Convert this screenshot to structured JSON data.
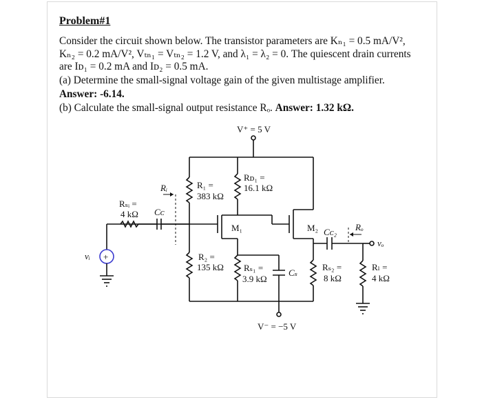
{
  "problem": {
    "title": "Problem#1",
    "lines": [
      "Consider the circuit shown below. The transistor parameters are Kₙ₁ = 0.5 mA/V²,",
      "Kₙ₂ = 0.2 mA/V², Vₜₙ₁ = Vₜₙ₂ = 1.2 V, and λ₁ = λ₂ = 0. The quiescent drain currents",
      "are Iᴅ₁ = 0.2 mA and Iᴅ₂ = 0.5 mA.",
      "(a) Determine the small-signal voltage gain of the given multistage amplifier.",
      "(b) Calculate the small-signal output resistance Rₒ."
    ],
    "answer_a_label": "Answer:",
    "answer_a_value": "-6.14.",
    "answer_b_label": "Answer:",
    "answer_b_value": "1.32 kΩ."
  },
  "circuit": {
    "vplus": "V⁺ = 5 V",
    "vminus": "V⁻ = −5 V",
    "rd1": [
      "Rᴅ₁ =",
      "16.1 kΩ"
    ],
    "r1": [
      "R₁ =",
      "383 kΩ"
    ],
    "ri": "Rᵢ",
    "rsi": [
      "Rₛᵢ =",
      "4 kΩ"
    ],
    "cc": "Cᴄ",
    "m1": "M₁",
    "m2": "M₂",
    "cc2": "Cᴄ₂",
    "ro": "Rₒ",
    "vo": "vₒ",
    "vi": "vᵢ",
    "r2": [
      "R₂ =",
      "135 kΩ"
    ],
    "rs1": [
      "Rₛ₁ =",
      "3.9 kΩ"
    ],
    "cs": "Cₛ",
    "rs2": [
      "Rₛ₂ =",
      "8 kΩ"
    ],
    "rl": [
      "Rₗ =",
      "4 kΩ"
    ],
    "source_sign": "+"
  }
}
